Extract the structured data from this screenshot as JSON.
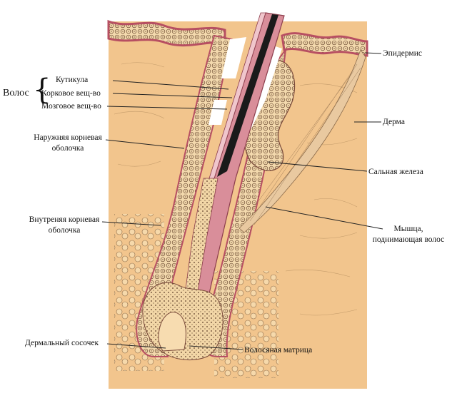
{
  "labels": {
    "hair_group": "Волос",
    "cuticle": "Кутикула",
    "cortex": "Корковое вещ-во",
    "medulla": "Мозговое вещ-во",
    "outer_root_sheath_1": "Наружняя корневая",
    "outer_root_sheath_2": "оболочка",
    "inner_root_sheath_1": "Внутреняя корневая",
    "inner_root_sheath_2": "оболочка",
    "dermal_papilla": "Дермальный сосочек",
    "hair_matrix": "Волосяная матрица",
    "epidermis": "Эпидермис",
    "dermis": "Дерма",
    "sebaceous_gland": "Сальная железа",
    "arrector_muscle_1": "Мышца,",
    "arrector_muscle_2": "поднимающая волос"
  },
  "colors": {
    "dermis": "#f2c58d",
    "epidermis_outer": "#b74f62",
    "cells": "#f5dbb1",
    "hair_cortex": "#d98e9a",
    "medulla": "#1a1a1a",
    "sheath": "#c07080",
    "line": "#222222"
  }
}
